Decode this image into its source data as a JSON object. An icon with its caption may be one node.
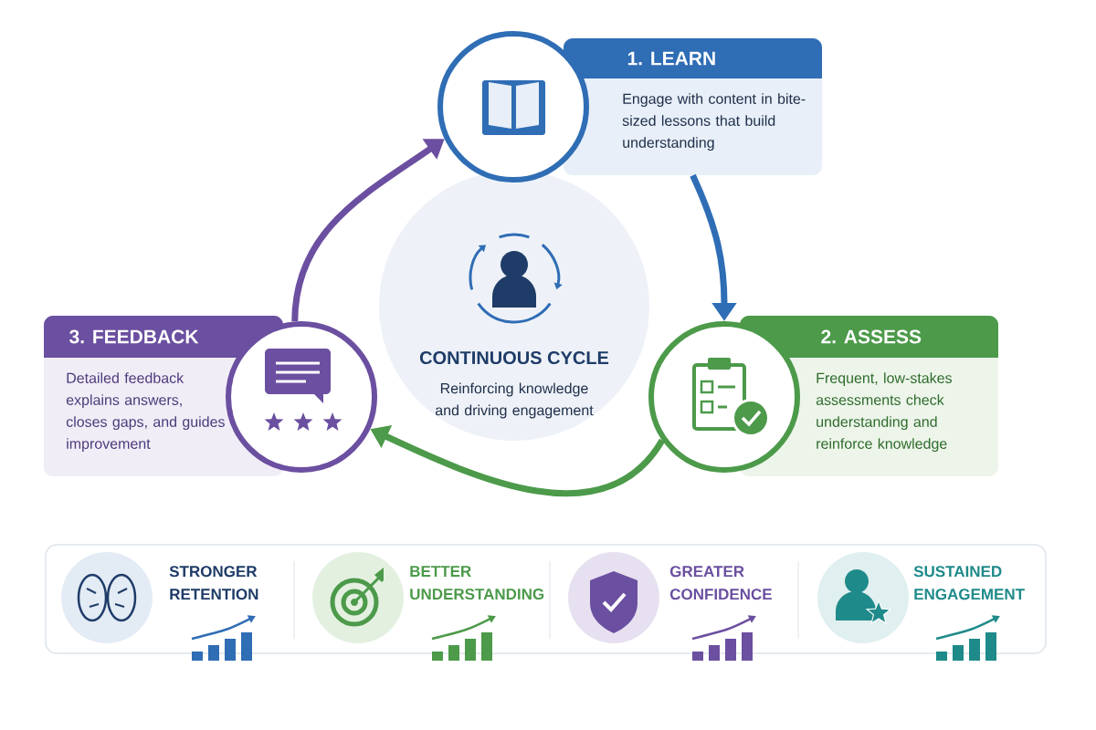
{
  "diagram": {
    "nodes": [
      {
        "text": [
          "1. LEARN",
          "Engage with content in bite-sized lessons that build understanding"
        ]
      },
      {
        "text": [],
        "shape": "circle"
      },
      {
        "text": [
          "CONTINUOUS CYCLE",
          "Reinforcing knowledge and driving engagement"
        ]
      },
      {
        "text": [
          "2. ASSESS",
          "Frequent, low-stakes assessments check understanding and reinforce knowledge"
        ]
      },
      {
        "text": [],
        "shape": "circle"
      },
      {
        "text": [
          "3. FEEDBACK",
          "Detailed feedback explains answers, closes gaps, and guides improvement"
        ]
      },
      {
        "text": [],
        "shape": "circle"
      }
    ],
    "edges": [
      {
        "from": 0,
        "to": 4,
        "arrow": "to",
        "color": "#2f6db5"
      },
      {
        "from": 4,
        "to": 6,
        "arrow": "to",
        "color": "#4c9a4a"
      },
      {
        "from": 6,
        "to": 1,
        "arrow": "to",
        "color": "#6b4fa0"
      }
    ],
    "labels": [
      "STRONGER RETENTION",
      "BETTER UNDERSTANDING",
      "GREATER CONFIDENCE",
      "SUSTAINED ENGAGEMENT"
    ]
  }
}
